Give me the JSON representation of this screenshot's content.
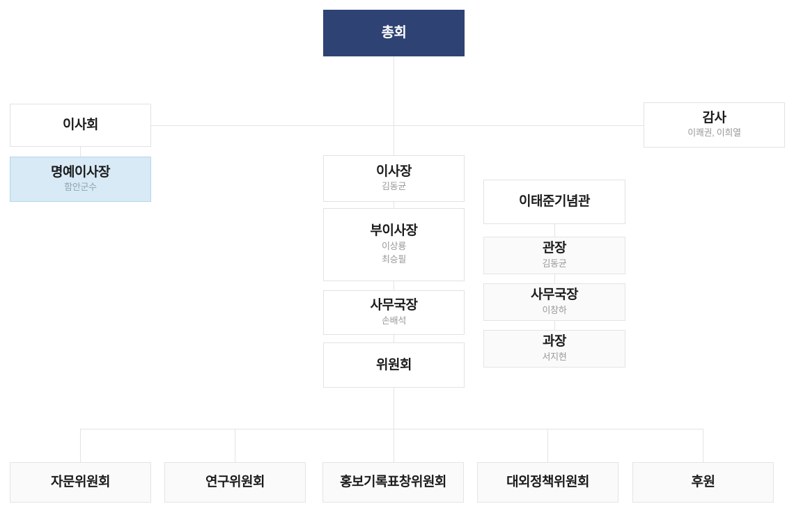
{
  "chart_type": "organization-chart",
  "colors": {
    "primary_navy": "#2e4373",
    "light_blue_bg": "#d7eaf6",
    "light_blue_border": "#b3d6ea",
    "box_bg_white": "#ffffff",
    "box_bg_gray": "#fafafa",
    "box_border": "#e2e2e2",
    "connector_line": "#e3e3e3",
    "title_text": "#1b1b1b",
    "person_text": "#999999"
  },
  "nodes": {
    "general_assembly": {
      "title": "총회"
    },
    "board": {
      "title": "이사회"
    },
    "honorary_chairman": {
      "title": "명예이사장",
      "person": "함안군수"
    },
    "auditor": {
      "title": "감사",
      "person": "이쾌권, 이희열"
    },
    "chairman": {
      "title": "이사장",
      "person": "김동균"
    },
    "vice_chairman": {
      "title": "부이사장",
      "persons": [
        "이상룡",
        "최승필"
      ]
    },
    "secretary_general": {
      "title": "사무국장",
      "person": "손배석"
    },
    "committee": {
      "title": "위원회"
    },
    "memorial": {
      "title": "이태준기념관"
    },
    "memorial_director": {
      "title": "관장",
      "person": "김동균"
    },
    "memorial_secretary_general": {
      "title": "사무국장",
      "person": "이창하"
    },
    "memorial_manager": {
      "title": "과장",
      "person": "서지현"
    },
    "advisory_committee": {
      "title": "자문위원회"
    },
    "research_committee": {
      "title": "연구위원회"
    },
    "pr_committee": {
      "title": "홍보기록표창위원회"
    },
    "foreign_policy_committee": {
      "title": "대외정책위원회"
    },
    "sponsorship": {
      "title": "후원"
    }
  }
}
